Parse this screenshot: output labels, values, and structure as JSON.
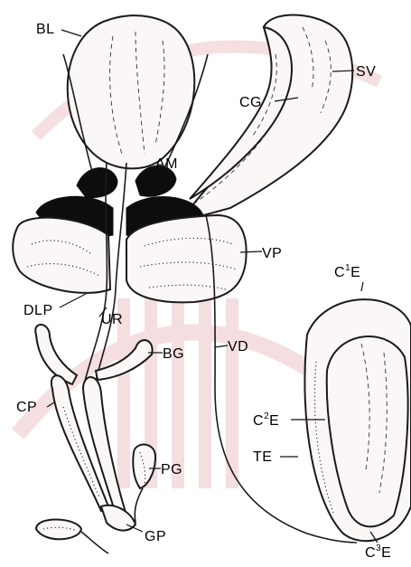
{
  "watermark": {
    "color": "#f2d4d6"
  },
  "labels": {
    "bl": "BL",
    "sv": "SV",
    "cg": "CG",
    "am": "AM",
    "vp": "VP",
    "dlp": "DLP",
    "ur": "UR",
    "bg": "BG",
    "vd": "VD",
    "cp": "CP",
    "pg": "PG",
    "gp": "GP",
    "c1e_main": "C",
    "c1e_sup": "1",
    "c1e_end": "E",
    "c2e_main": "C",
    "c2e_sup": "2",
    "c2e_end": "E",
    "c3e_main": "C",
    "c3e_sup": "3",
    "c3e_end": "E",
    "te": "TE"
  }
}
